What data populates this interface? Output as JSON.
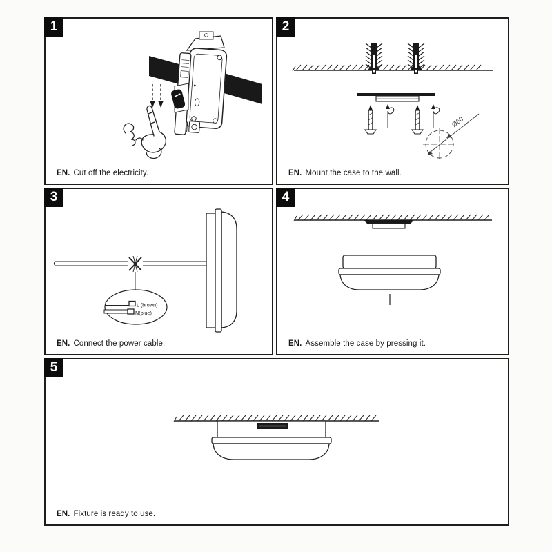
{
  "panels": [
    {
      "number": "1",
      "caption_prefix": "EN.",
      "caption": "Cut off the electricity."
    },
    {
      "number": "2",
      "caption_prefix": "EN.",
      "caption": "Mount the case to the wall.",
      "annotations": {
        "diameter": "Ø60"
      }
    },
    {
      "number": "3",
      "caption_prefix": "EN.",
      "caption": "Connect the power cable.",
      "labels": {
        "live": "L (brown)",
        "neutral": "N(blue)"
      }
    },
    {
      "number": "4",
      "caption_prefix": "EN.",
      "caption": "Assemble the case by pressing it."
    },
    {
      "number": "5",
      "caption_prefix": "EN.",
      "caption": "Fixture is ready to use."
    }
  ]
}
